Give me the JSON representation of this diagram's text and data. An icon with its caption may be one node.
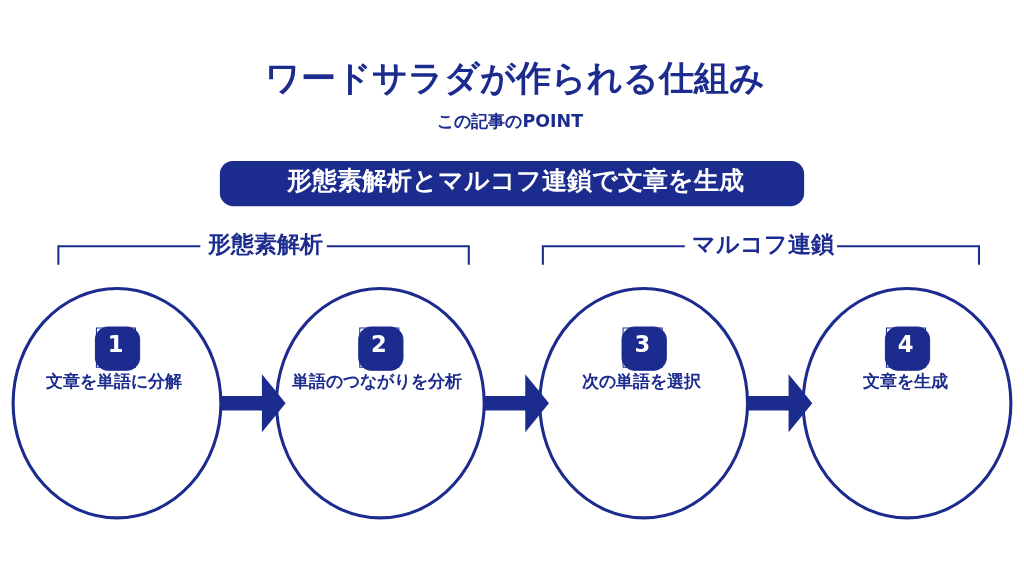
{
  "diagram": {
    "title": "ワードサラダが作られる仕組み",
    "nodes": [
      {
        "text": [
          "形態素解析とマルコフ連鎖で文章を生成"
        ]
      },
      {
        "text": [
          "1",
          "文章を単語に分解"
        ]
      },
      {
        "text": [
          "2",
          "単語のつながりを分析"
        ]
      },
      {
        "text": [
          "3",
          "次の単語を選択"
        ]
      },
      {
        "text": [
          "4",
          "文章を生成"
        ]
      }
    ],
    "edges": [
      {
        "from": 1,
        "to": 2,
        "arrow": "to"
      },
      {
        "from": 2,
        "to": 3,
        "arrow": "to"
      },
      {
        "from": 3,
        "to": 4,
        "arrow": "to"
      }
    ],
    "labels": [
      "この記事のPOINT",
      "形態素解析",
      "マルコフ連鎖"
    ]
  }
}
